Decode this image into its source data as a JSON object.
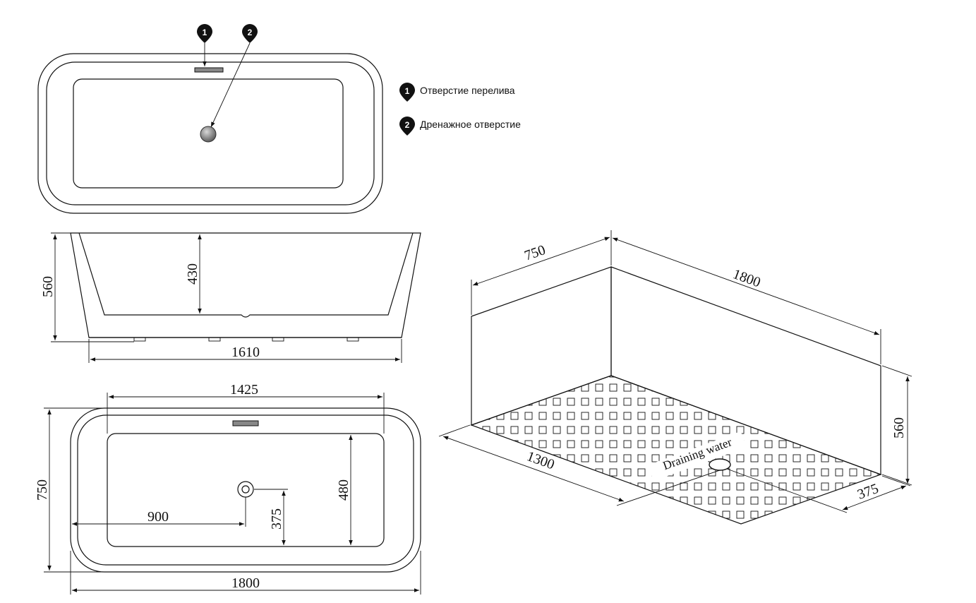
{
  "markers": [
    {
      "num": "1",
      "label": "Отверстие перелива"
    },
    {
      "num": "2",
      "label": "Дренажное отверстие"
    }
  ],
  "side_view": {
    "height_total": "560",
    "depth_inner": "430",
    "bottom_length": "1610"
  },
  "bottom_view": {
    "inner_length": "1425",
    "width_total": "750",
    "drain_offset_x": "900",
    "drain_offset_y": "375",
    "inner_width": "480",
    "length_total": "1800"
  },
  "iso_view": {
    "width": "750",
    "length": "1800",
    "height": "560",
    "drain_x": "1300",
    "drain_y": "375",
    "drain_label": "Draining water"
  }
}
